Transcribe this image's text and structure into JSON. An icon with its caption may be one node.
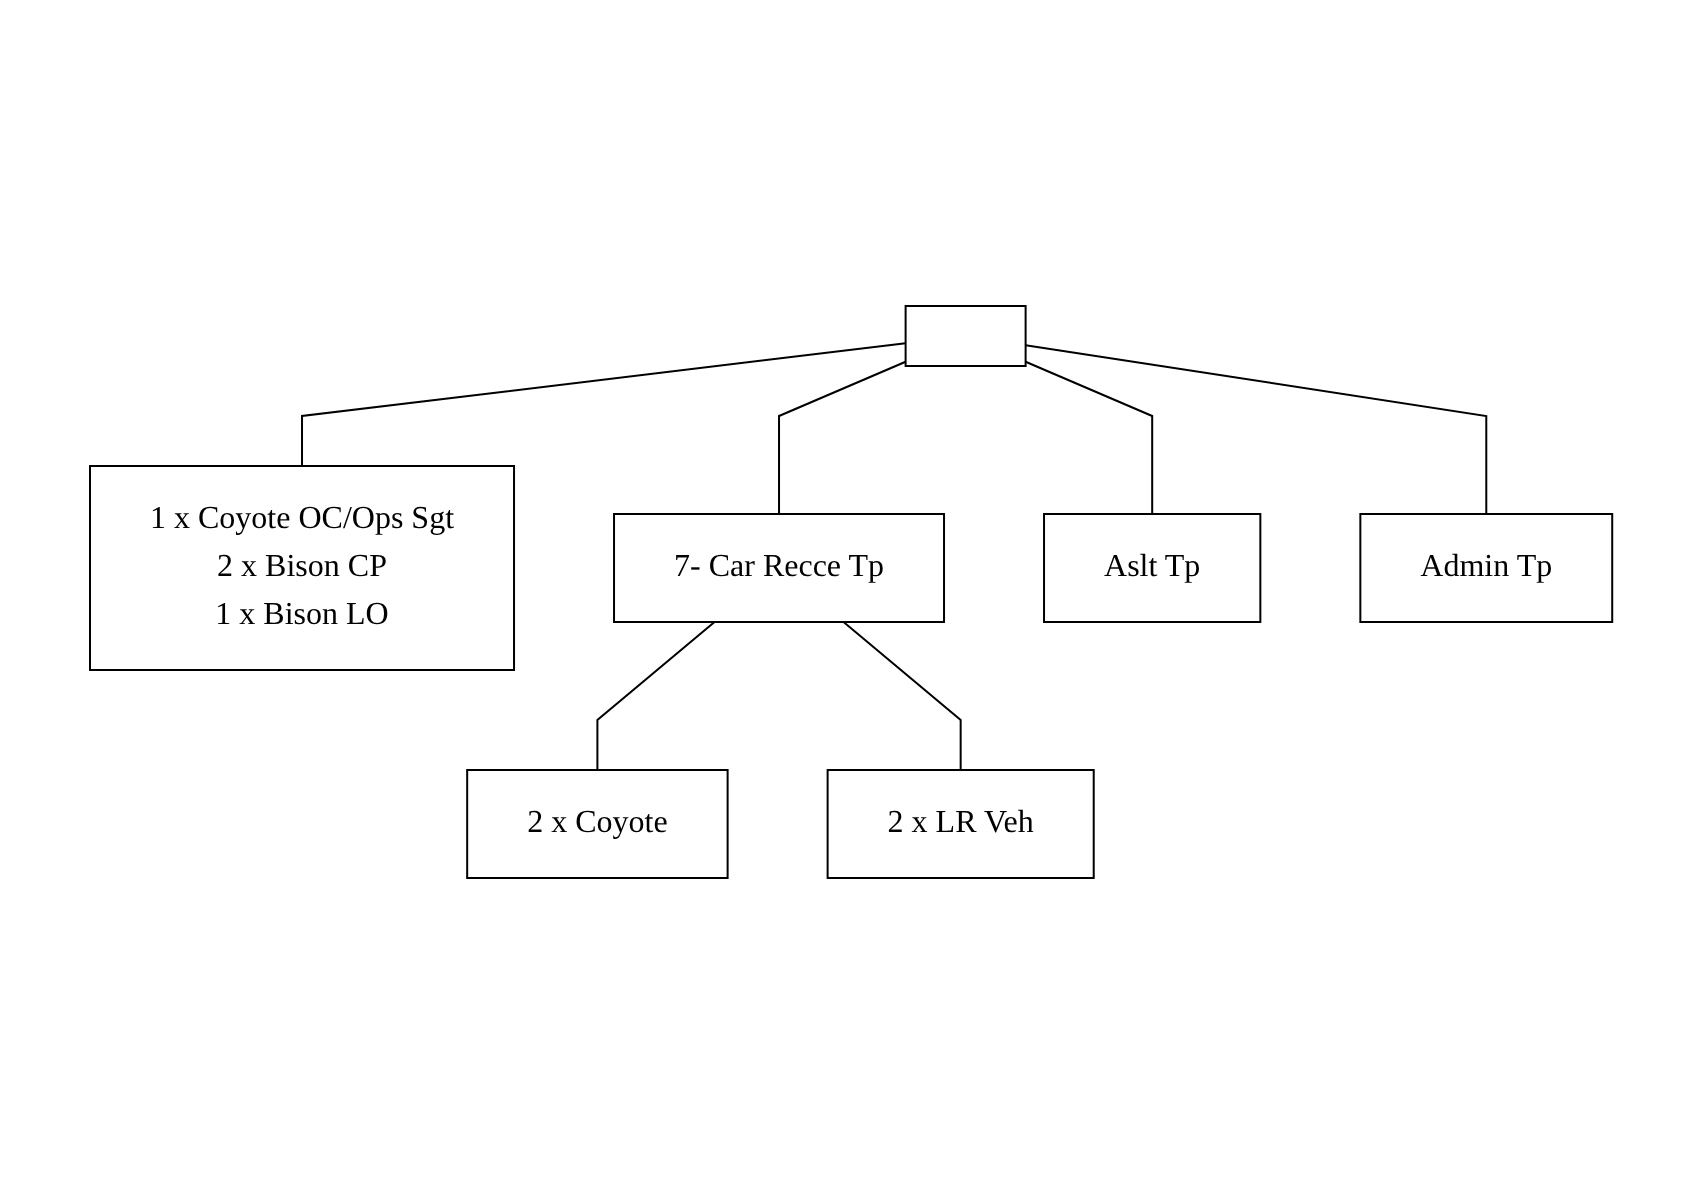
{
  "diagram": {
    "nodes": [
      {
        "text": [],
        "shape": "box"
      },
      {
        "text": [
          "1 x Coyote OC/Ops Sgt",
          "2 x Bison CP",
          "1 x Bison LO"
        ]
      },
      {
        "text": [
          "7- Car Recce Tp"
        ]
      },
      {
        "text": [
          "Aslt Tp"
        ]
      },
      {
        "text": [
          "Admin Tp"
        ]
      },
      {
        "text": [
          "2 x Coyote"
        ]
      },
      {
        "text": [
          "2 x LR Veh"
        ]
      }
    ],
    "edges": [
      {
        "from": 0,
        "to": 1,
        "arrow": "none"
      },
      {
        "from": 0,
        "to": 2,
        "arrow": "none"
      },
      {
        "from": 0,
        "to": 3,
        "arrow": "none"
      },
      {
        "from": 0,
        "to": 4,
        "arrow": "none"
      },
      {
        "from": 2,
        "to": 5,
        "arrow": "none"
      },
      {
        "from": 2,
        "to": 6,
        "arrow": "none"
      }
    ]
  }
}
